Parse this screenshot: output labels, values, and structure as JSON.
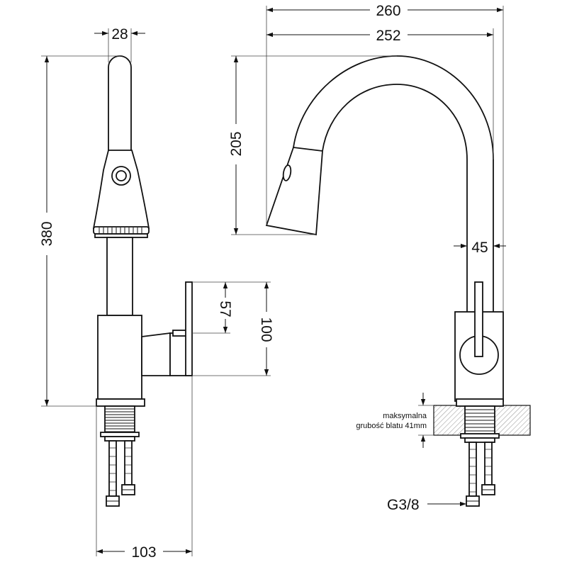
{
  "dimensions": {
    "spout_diameter": "28",
    "total_height": "380",
    "lever_height": "57",
    "lever_total": "100",
    "base_width": "103",
    "reach_total": "260",
    "reach_inner": "252",
    "spout_height": "205",
    "body_width": "45"
  },
  "notes": {
    "countertop_line1": "maksymalna",
    "countertop_line2": "grubość blatu 41mm",
    "thread": "G3/8"
  }
}
